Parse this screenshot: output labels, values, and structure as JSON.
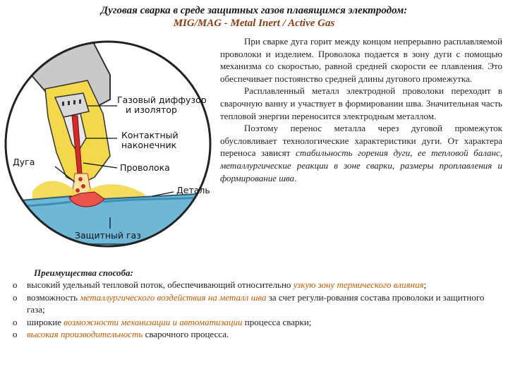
{
  "header": {
    "title": "Дуговая сварка в среде защитных газов плавящимся электродом:",
    "subtitle": "MIG/MAG - Metal Inert / Active Gas"
  },
  "figure": {
    "labels": {
      "diffuser_1": "Газовый диффузор",
      "diffuser_2": "и изолятор",
      "contact_1": "Контактный",
      "contact_2": "наконечник",
      "arc": "Дуга",
      "wire": "Проволока",
      "part": "Деталь",
      "gas": "Защитный газ"
    }
  },
  "description": {
    "p1": "При сварке дуга горит между концом непрерывно расплавляемой проволоки и изделием. Проволока подается в зону дуги с помощью механизма со скоростью, равной средней скорости ее плавления. Это обеспечивает постоянство средней длины дугового промежутка.",
    "p2": "Расплавленный металл электродной проволоки переходит в сварочную ванну и участвует в формировании шва. Значительная часть тепловой энергии переносится электродным металлом.",
    "p3_a": "Поэтому перенос металла через дуговой промежуток обусловливает технологические характеристики дуги. От характера переноса зависят ",
    "p3_b": "стабильность горения дуги, ее тепловой баланс, металлургические реакции в зоне сварки, размеры проплавления и формирование шва",
    "p3_c": "."
  },
  "advantages": {
    "heading": "Преимущества способа:",
    "bullet": "o",
    "item1_a": "высокий удельный тепловой поток, обеспечивающий относительно ",
    "item1_b": "узкую зону термического влияния",
    "item1_c": ";",
    "item2_a": "возможность ",
    "item2_b": "металлургического воздействия на металл шва",
    "item2_c": " за счет регули-рования состава проволоки и защитного газа;",
    "item3_a": "широкие ",
    "item3_b": "возможности механизации и автоматизации",
    "item3_c": " процесса сварки;",
    "item4_a": "",
    "item4_b": "высокая производительность",
    "item4_c": " сварочного процесса."
  },
  "colors": {
    "highlight": "#c05a00",
    "subtitle": "#8b3a12",
    "gas_yellow": "#f2d84a",
    "wire_red": "#d22a2a",
    "metal_blue": "#6fb7d6"
  }
}
